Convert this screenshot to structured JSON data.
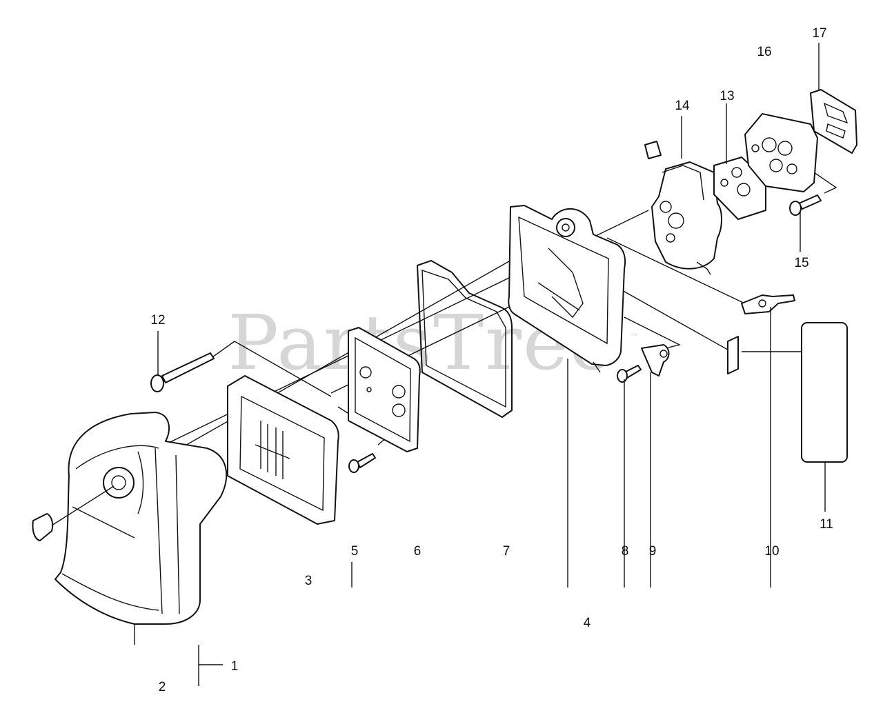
{
  "watermark": {
    "text": "PartsTree",
    "mark": "™"
  },
  "callouts": {
    "c1": "1",
    "c2": "2",
    "c3": "3",
    "c4": "4",
    "c5": "5",
    "c6": "6",
    "c7": "7",
    "c8": "8",
    "c9": "9",
    "c10": "10",
    "c11": "11",
    "c12": "12",
    "c13": "13",
    "c14": "14",
    "c15": "15",
    "c16": "16",
    "c17": "17"
  }
}
